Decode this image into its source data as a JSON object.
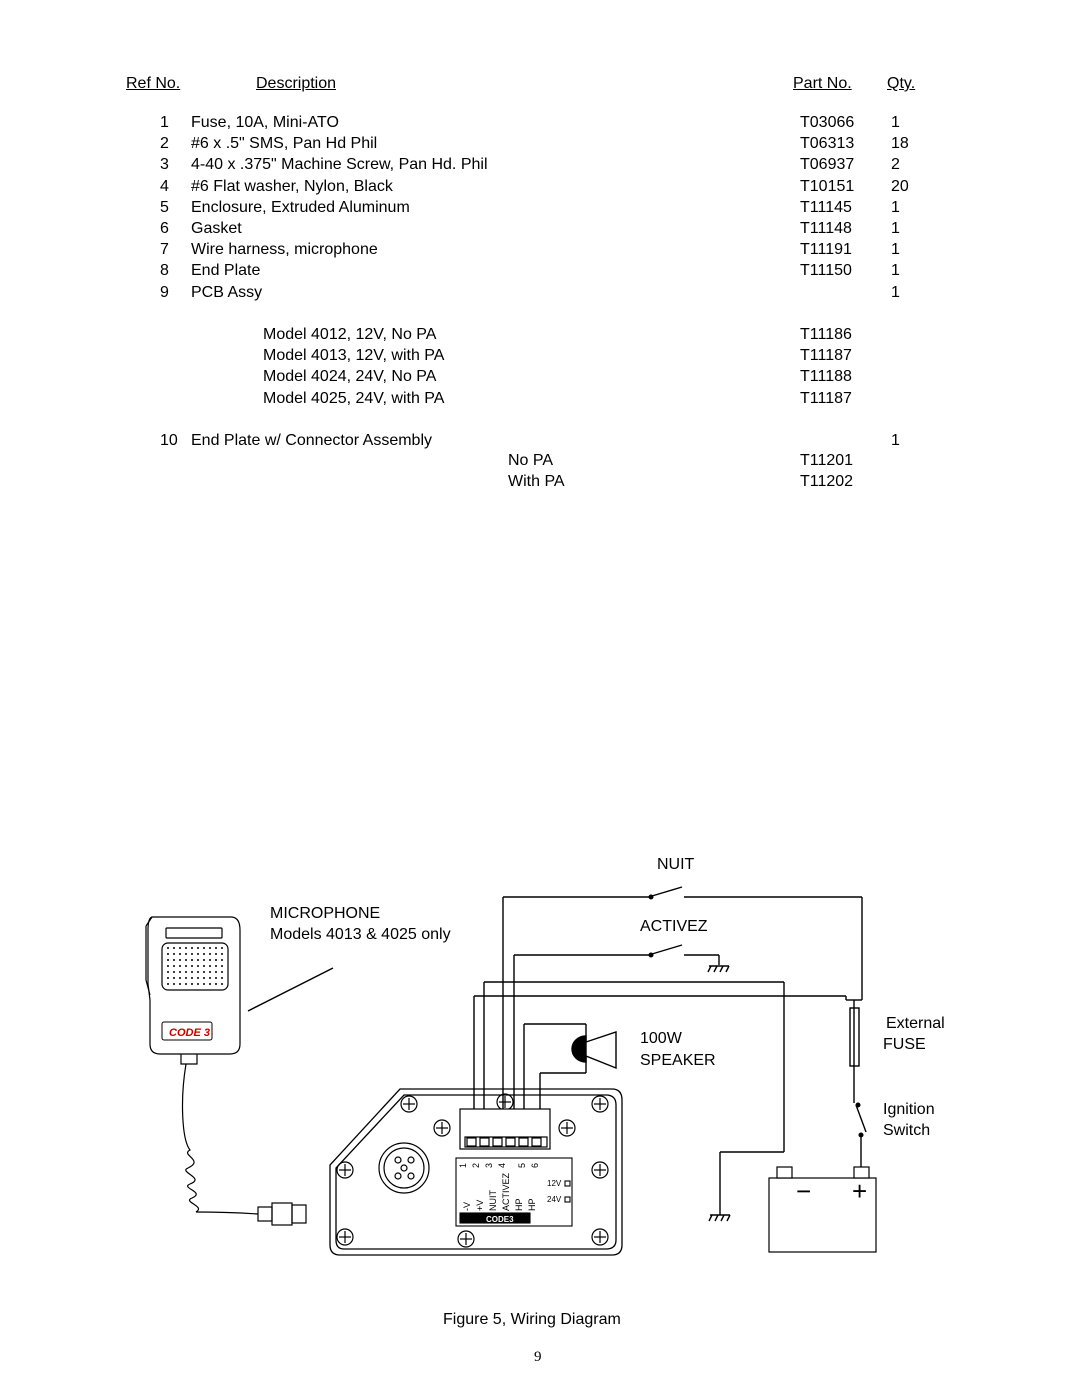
{
  "table": {
    "headers": {
      "ref": "Ref No.",
      "description": "Description",
      "part": "Part No.",
      "qty": "Qty."
    },
    "rows": [
      {
        "ref": "1",
        "description": "Fuse, 10A, Mini-ATO",
        "part": "T03066",
        "qty": "1"
      },
      {
        "ref": "2",
        "description": "#6 x .5\" SMS, Pan Hd Phil",
        "part": "T06313",
        "qty": "18"
      },
      {
        "ref": "3",
        "description": "4-40 x .375\" Machine Screw, Pan Hd. Phil",
        "part": "T06937",
        "qty": "2"
      },
      {
        "ref": "4",
        "description": "#6 Flat washer, Nylon, Black",
        "part": "T10151",
        "qty": "20"
      },
      {
        "ref": "5",
        "description": "Enclosure, Extruded Aluminum",
        "part": "T11145",
        "qty": "1"
      },
      {
        "ref": "6",
        "description": "Gasket",
        "part": "T11148",
        "qty": "1"
      },
      {
        "ref": "7",
        "description": "Wire harness, microphone",
        "part": "T11191",
        "qty": "1"
      },
      {
        "ref": "8",
        "description": "End Plate",
        "part": "T11150",
        "qty": "1"
      },
      {
        "ref": "9",
        "description": "PCB Assy",
        "part": "",
        "qty": "1"
      }
    ],
    "pcb_models": [
      {
        "model": "Model 4012, 12V, No PA",
        "part": "T11186"
      },
      {
        "model": "Model 4013, 12V, with PA",
        "part": "T11187"
      },
      {
        "model": "Model 4024, 24V, No PA",
        "part": "T11188"
      },
      {
        "model": "Model 4025, 24V, with PA",
        "part": "T11187"
      }
    ],
    "row10": {
      "ref": "10",
      "description": "End Plate w/ Connector Assembly",
      "qty": "1"
    },
    "end_plate_options": [
      {
        "option": "No PA",
        "part": "T11201"
      },
      {
        "option": "With PA",
        "part": "T11202"
      }
    ]
  },
  "diagram": {
    "nuit": "NUIT",
    "activez": "ACTIVEZ",
    "microphone": "MICROPHONE",
    "microphone_note": "Models 4013 & 4025 only",
    "speaker_power": "100W",
    "speaker": "SPEAKER",
    "external": "External",
    "fuse": "FUSE",
    "ignition": "Ignition",
    "switch": "Switch",
    "mic_brand": "CODE 3",
    "board_pins": [
      "1",
      "2",
      "3",
      "4",
      "5",
      "6"
    ],
    "board_labels": [
      "-V",
      "+V",
      "NUIT",
      "ACTIVEZ",
      "HP",
      "HP"
    ],
    "volt12": "12V",
    "volt24": "24V",
    "board_brand": "CODE3",
    "battery_minus": "−",
    "battery_plus": "+"
  },
  "caption": "Figure 5, Wiring Diagram",
  "page_number": "9"
}
